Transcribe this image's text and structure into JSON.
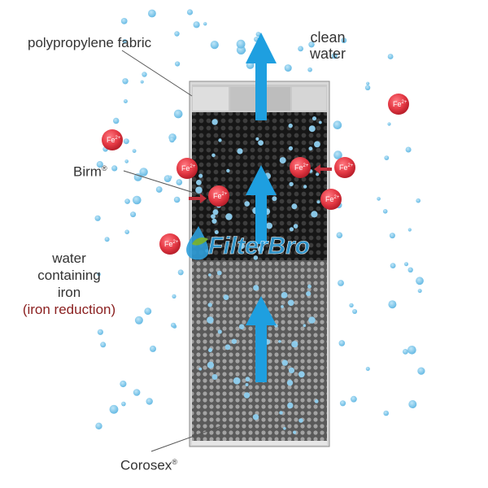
{
  "labels": {
    "fabric": "polypropylene fabric",
    "clean_line1": "clean",
    "clean_line2": "water",
    "birm": "Birm",
    "birm_mark": "®",
    "water_line1": "water",
    "water_line2": "containing",
    "water_line3": "iron",
    "reduction": "(iron reduction)",
    "corosex": "Corosex",
    "corosex_mark": "®"
  },
  "ion_label": "Fe",
  "ion_charge": "2+",
  "watermark": "FilterBro",
  "colors": {
    "bubble": "#7cc6ea",
    "arrow": "#1e9fe0",
    "ion": "#e53a45",
    "birm_bed": "#1c1c1c",
    "corosex_bed": "#6a6a6a",
    "reduction_text": "#8a1f1f",
    "watermark": "#2f9fdb"
  }
}
